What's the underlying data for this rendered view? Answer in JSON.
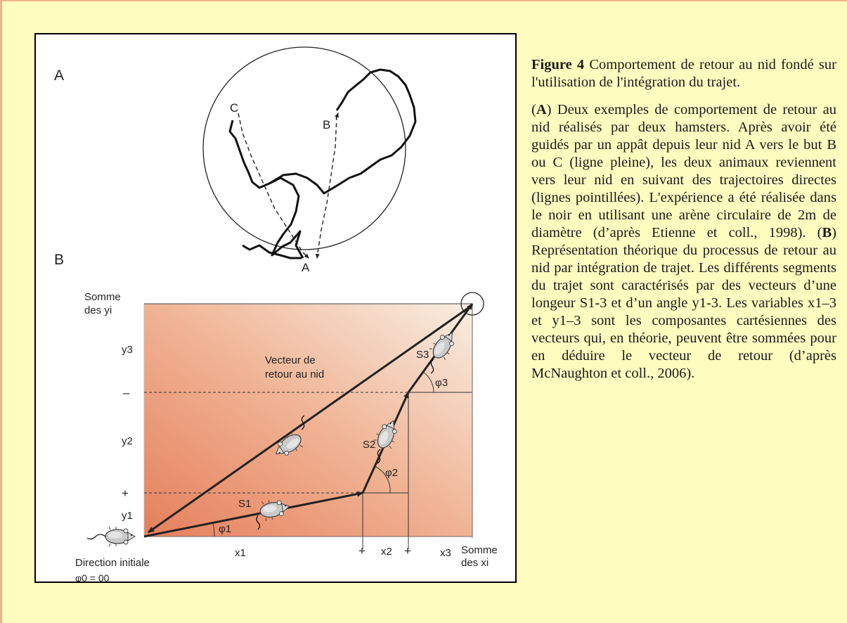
{
  "figure": {
    "panel_a": {
      "label": "A",
      "goal_c": "C",
      "goal_b": "B",
      "nest": "A"
    },
    "panel_b": {
      "label": "B",
      "y_axis_title_1": "Somme",
      "y_axis_title_2": "des yi",
      "y3": "y3",
      "y2": "y2",
      "y1": "y1",
      "minus": "–",
      "plus": "+",
      "x1": "x1",
      "x2": "x2",
      "x3": "x3",
      "x_plus_1": "+",
      "x_plus_2": "+",
      "x_axis_title_1": "Somme",
      "x_axis_title_2": "des xi",
      "return_vector_1": "Vecteur de",
      "return_vector_2": "retour au nid",
      "s1": "S1",
      "s2": "S2",
      "s3": "S3",
      "phi1": "φ1",
      "phi2": "φ2",
      "phi3": "φ3",
      "initial_direction": "Direction initiale",
      "phi0": "φ0 = 00"
    },
    "colors": {
      "gradient_dark": "#e98a66",
      "gradient_light": "#f7ecdf"
    }
  },
  "caption": {
    "title_bold": "Figure 4",
    "title_rest": " Comportement de retour au nid fondé sur l'utilisation de l'intégration du trajet.",
    "a_open": "(",
    "a_bold": "A",
    "a_text": ") Deux exemples de comportement de retour au nid réalisés par deux hamsters. Après avoir été guidés par un appât depuis leur nid A vers le but B ou C (ligne pleine), les deux animaux reviennent vers leur nid en suivant des trajectoires directes (lignes pointillées). L'expérience a été réalisée dans le noir en utilisant une arène circulaire de 2m de diamètre (d’après Etienne et coll., 1998). (",
    "b_bold": "B",
    "b_text": ") Représentation théorique du processus de retour au nid par intégration de trajet. Les différents segments du trajet sont caractérisés par des vecteurs d’une longeur S1-3 et d’un angle y1-3. Les variables x1–3 et y1–3 sont les composantes cartésiennes des vecteurs qui, en théorie, peuvent être sommées pour en déduire le vecteur de retour (d’après McNaughton et coll., 2006)."
  }
}
